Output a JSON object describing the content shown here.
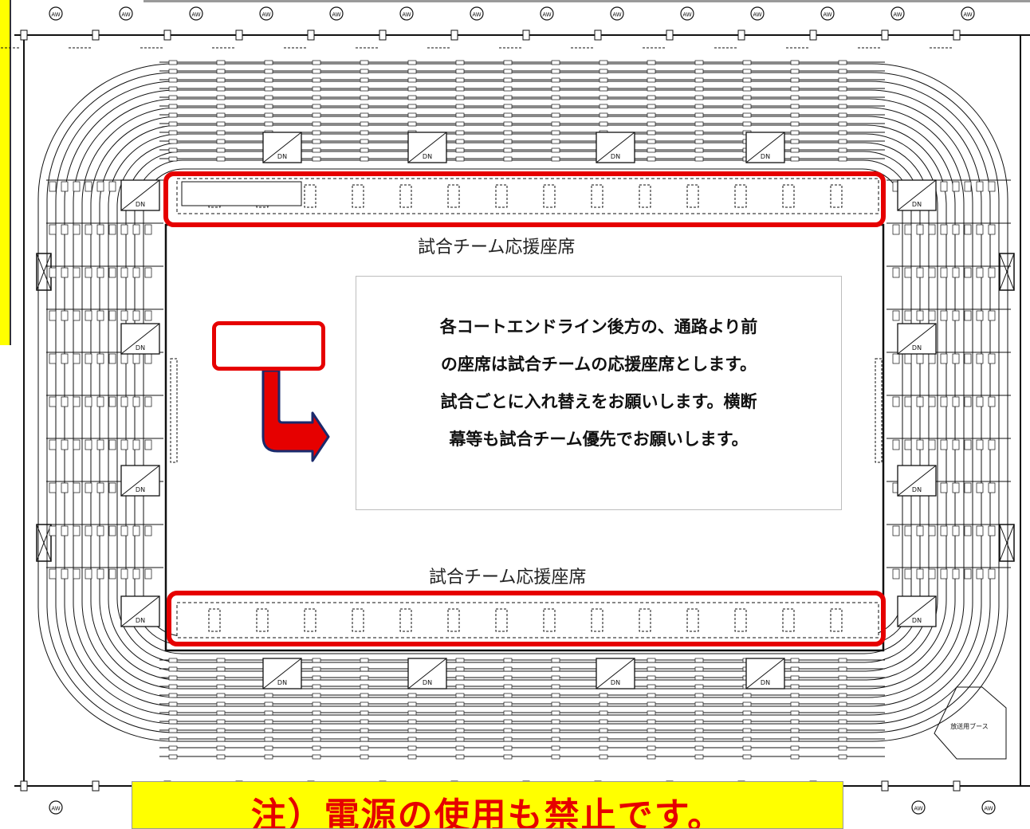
{
  "diagram": {
    "top_seat_label": "試合チーム応援座席",
    "bottom_seat_label": "試合チーム応援座席",
    "notice_text": "各コートエンドライン後方の、通路より前\nの座席は試合チームの応援座席とします。\n試合ごとに入れ替えをお願いします。横断\n幕等も試合チーム優先でお願いします。",
    "warning_text": "注）電源の使用も禁止です。",
    "stair_label": "DN",
    "broadcast_booth_label": "放送用ブース",
    "pillar_marks_top": [
      "AW",
      "AW",
      "AW",
      "AW",
      "AW",
      "AW",
      "AW",
      "AW",
      "AW",
      "AW",
      "AW",
      "AW",
      "AW",
      "AW"
    ],
    "pillar_marks_bottom": [
      "AW",
      "AW",
      "AW"
    ]
  },
  "colors": {
    "highlight": "#e60000",
    "warning_bg": "#ffff00",
    "line": "#111111"
  }
}
